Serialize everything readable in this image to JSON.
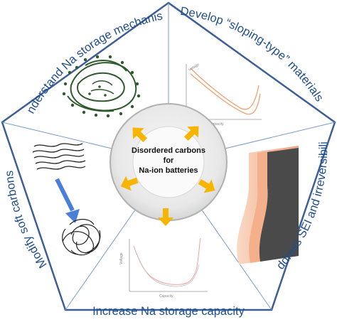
{
  "center": {
    "line1": "Disordered carbons",
    "line2": "for",
    "line3": "Na-ion batteries"
  },
  "sections": {
    "top_left": "Understand Na storage mechanisms",
    "top_right": "Develop “sloping-type” materials",
    "right": "Address SEI and irreversibility",
    "bottom": "Increase Na storage capacity",
    "left": "Modify soft carbons"
  },
  "sloping_plot": {
    "ylabel": "Voltage",
    "xlabel": "Capacity"
  },
  "capacity_plot": {
    "ylabel": "Voltage",
    "xlabel": "Capacity"
  },
  "colors": {
    "outline": "#3d5f96",
    "label": "#1f4e8c",
    "arrow": "#f7b500",
    "plot_line": "#f0a070",
    "capacity_line": "#f2a0a0",
    "blue_arrow": "#4a7ed8",
    "sei_orange": "#f3b08a",
    "sei_dark": "#4a4a4a",
    "mechanism_green": "#2e5a2e"
  },
  "icons": [
    "yellow-arrow-icon",
    "blue-down-arrow-icon"
  ]
}
